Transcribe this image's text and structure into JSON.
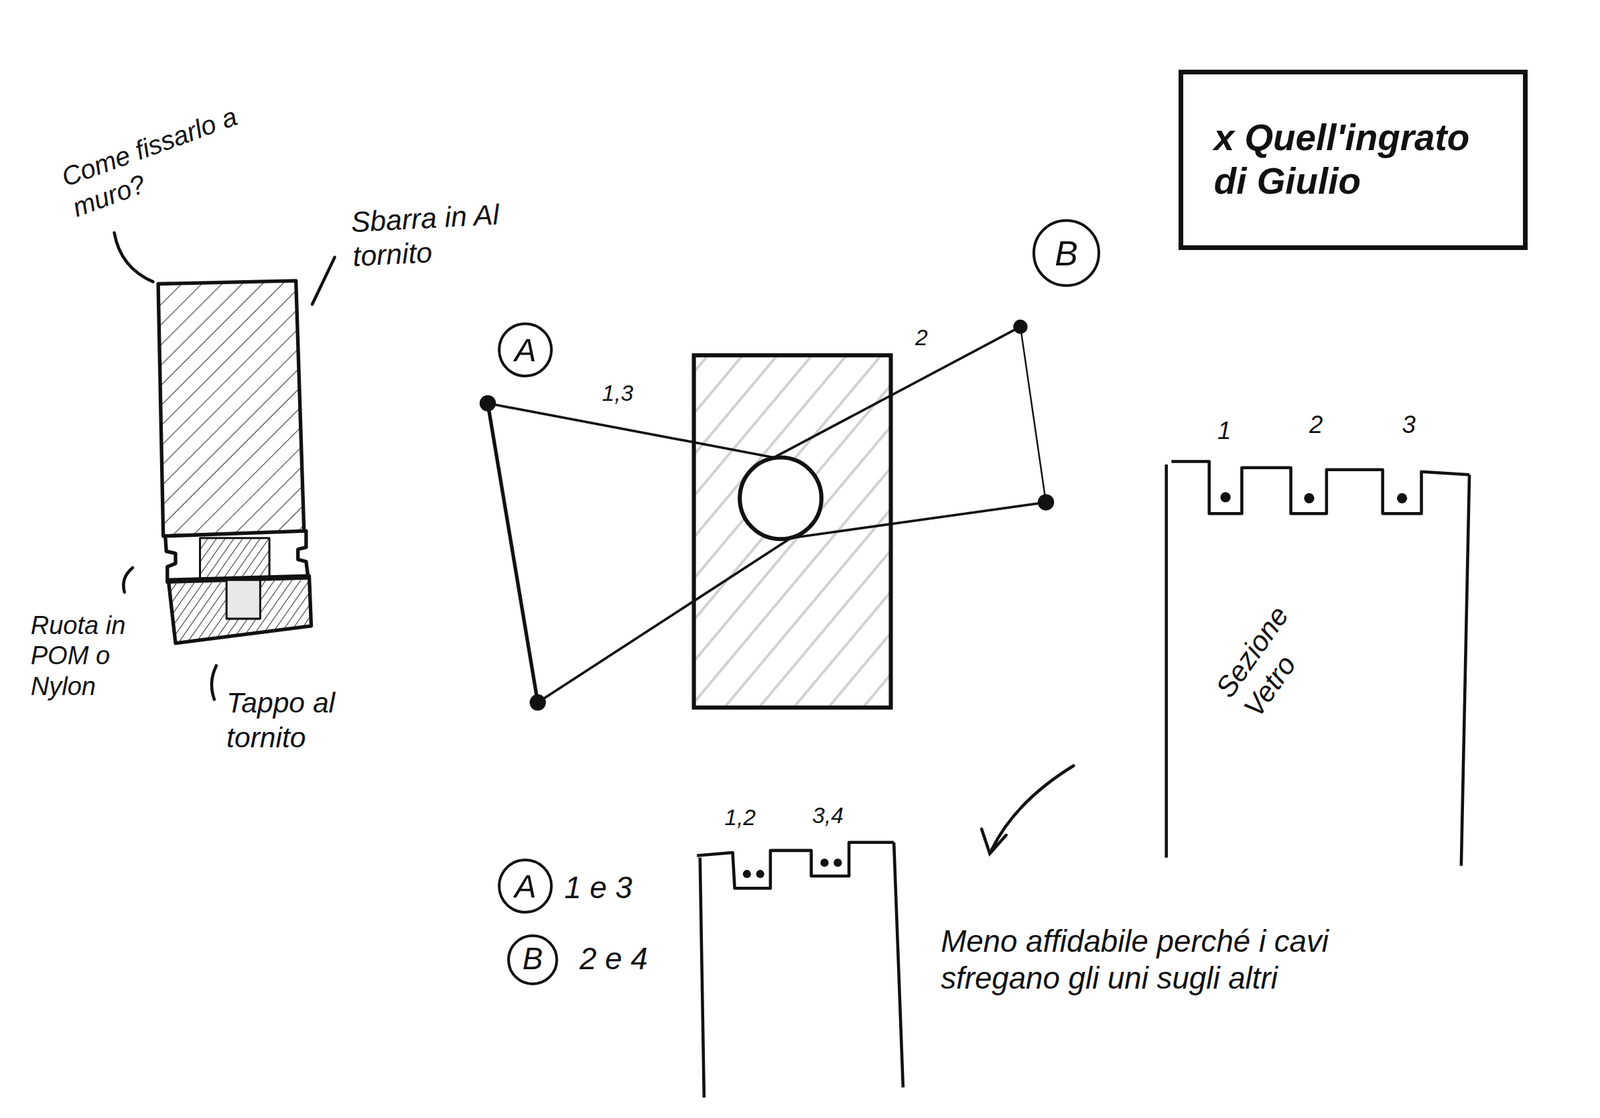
{
  "diagram": {
    "nodes": [
      {
        "text": [
          "x Quell'ingrato di Giulio"
        ]
      },
      {
        "text": [
          "A"
        ]
      },
      {
        "text": [
          "B"
        ]
      },
      {
        "text": [
          "A"
        ]
      },
      {
        "text": [
          "B"
        ]
      }
    ],
    "labels": [
      "Come fissarlo a muro?",
      "Sbarra in Al tornito",
      "Ruota in POM o Nylon",
      "Tappo al tornito",
      "1,3",
      "2",
      "1",
      "2",
      "3",
      "Sezione Vetro",
      "1,2",
      "3,4",
      "1 e 3",
      "2 e 4",
      "Meno affidabile perché i cavi sfregano gli uni sugli altri"
    ]
  }
}
